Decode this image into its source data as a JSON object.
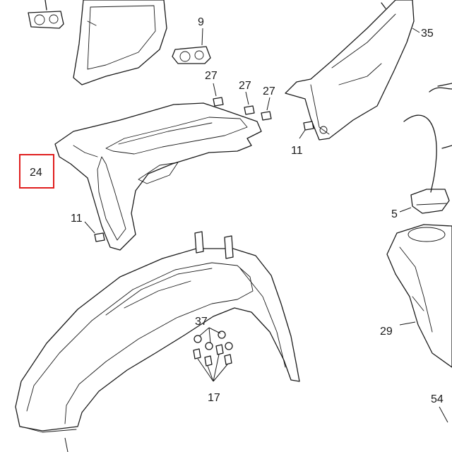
{
  "callouts": {
    "c9": "9",
    "c35": "35",
    "c27a": "27",
    "c27b": "27",
    "c27c": "27",
    "c11a": "11",
    "c24": "24",
    "c11b": "11",
    "c5": "5",
    "c37": "37",
    "c29": "29",
    "c17": "17",
    "c54": "54"
  },
  "highlight": {
    "label": "24",
    "color": "#e01e1e"
  }
}
